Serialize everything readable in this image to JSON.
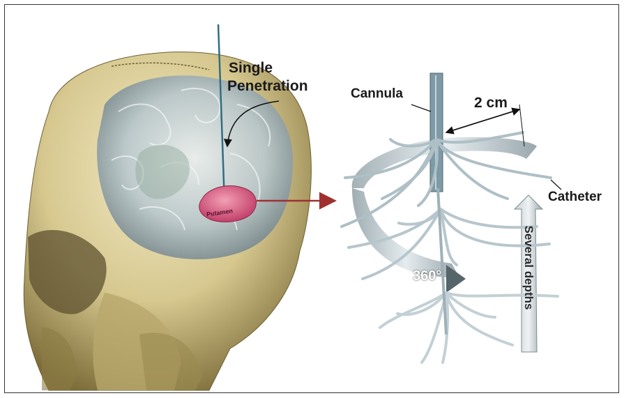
{
  "labels": {
    "single": "Single",
    "penetration": "Penetration",
    "putamen": "Putamen",
    "cannula": "Cannula",
    "distance": "2 cm",
    "catheter": "Catheter",
    "rotation": "360°",
    "depths": "Several depths"
  },
  "colors": {
    "skull": "#cdbf8a",
    "skull_shadow": "#8a7a45",
    "brain": "#c9d4d8",
    "putamen": "#d9607f",
    "arrow": "#a03030",
    "catheter": "#aebfc6",
    "cannula": "#7e9aa6"
  }
}
